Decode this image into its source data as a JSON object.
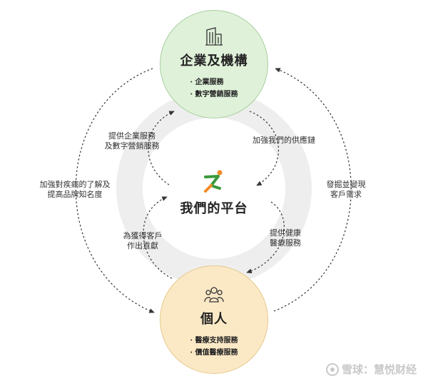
{
  "nodes": {
    "top": {
      "title": "企業及機構",
      "items": [
        "企業服務",
        "數字營銷服務"
      ],
      "icon": "building-icon"
    },
    "bottom": {
      "title": "個人",
      "items": [
        "醫療支持服務",
        "價值醫療服務"
      ],
      "icon": "people-icon"
    },
    "center": {
      "title": "我們的平台",
      "icon": "runner-logo-icon"
    }
  },
  "flows": {
    "outer_left": "加強對疾病的了解及\n提高品牌知名度",
    "outer_right": "發掘並變現\n客戶需求",
    "inner_top_left": "提供企業服務\n及數字營銷服務",
    "inner_top_right": "加強我們的供應鏈",
    "inner_bottom_left": "為獲得客戶\n作出貢獻",
    "inner_bottom_right": "提供健康\n醫療服務"
  },
  "watermark": {
    "text": "雪球：慧悦财经",
    "icon": "snowball-logo-icon"
  },
  "colors": {
    "top_fill": "#dff1d9",
    "bottom_fill": "#fbe9c6",
    "ring": "#eeeeee",
    "logo_green": "#3a9a3a",
    "logo_orange": "#f08a24"
  }
}
